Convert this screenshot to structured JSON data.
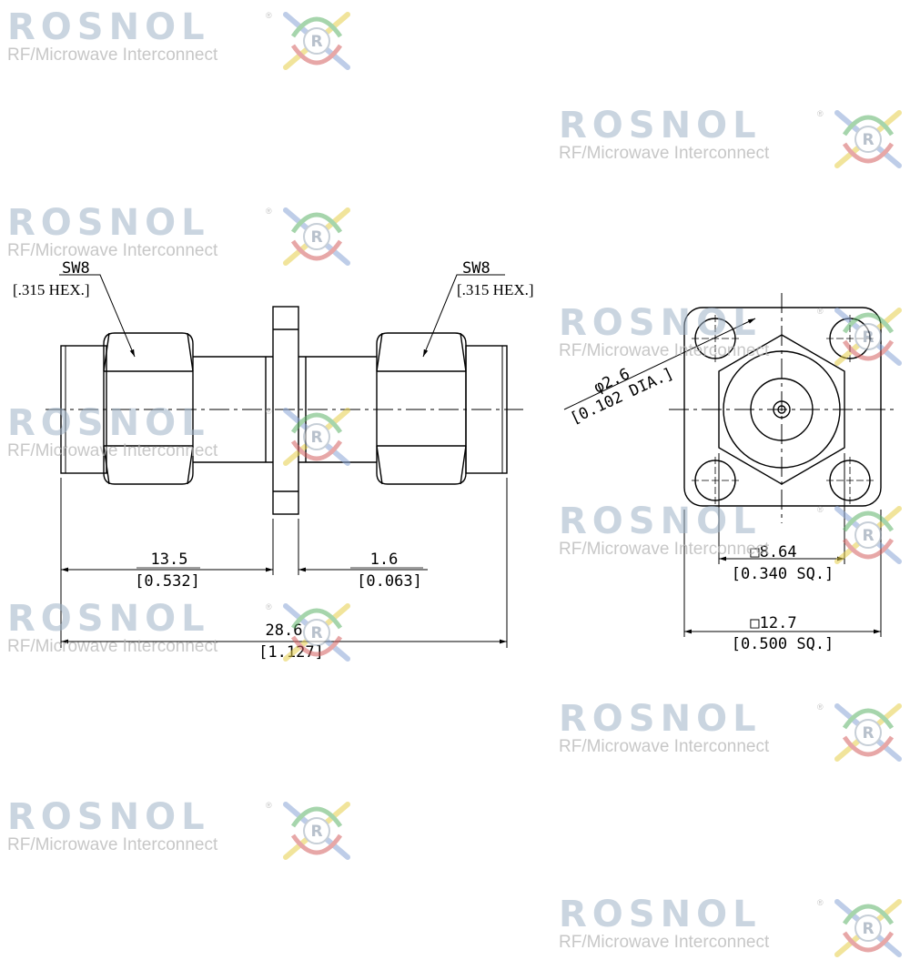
{
  "watermark": {
    "brand": "ROSNOL",
    "tagline": "RF/Microwave Interconnect",
    "registered": "®",
    "logo_letter": "R",
    "count": 10
  },
  "drawing": {
    "left_hex": {
      "size": "SW8",
      "size_in": "[.315 HEX.]"
    },
    "right_hex": {
      "size": "SW8",
      "size_in": "[.315 HEX.]"
    },
    "dim_13_5": {
      "mm": "13.5",
      "in": "[0.532]"
    },
    "dim_1_6": {
      "mm": "1.6",
      "in": "[0.063]"
    },
    "dim_28_6": {
      "mm": "28.6",
      "in": "[1.127]"
    },
    "hole": {
      "mm": "φ2.6",
      "in": "[0.102 DIA.]"
    },
    "inner_square": {
      "mm": "□8.64",
      "in": "[0.340 SQ.]"
    },
    "outer_square": {
      "mm": "□12.7",
      "in": "[0.500 SQ.]"
    }
  },
  "colors": {
    "line": "#000000",
    "watermark_blue": "#9fb3c8",
    "watermark_gray": "#b5b5b5"
  }
}
